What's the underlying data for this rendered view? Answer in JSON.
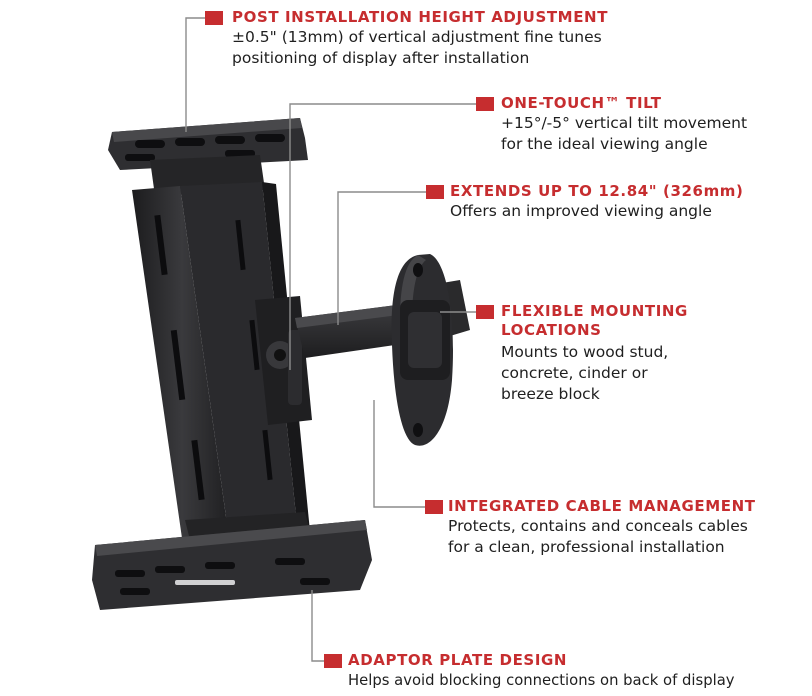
{
  "colors": {
    "accent": "#c62d2f",
    "mount": "#2b2b2d",
    "text": "#1f1f1f"
  },
  "callouts": {
    "post_install": {
      "title": "POST INSTALLATION HEIGHT ADJUSTMENT",
      "desc_lines": [
        "±0.5\" (13mm) of vertical adjustment fine tunes",
        "positioning of display after installation"
      ]
    },
    "one_touch": {
      "title": "ONE-TOUCH™ TILT",
      "desc_lines": [
        "+15°/-5° vertical tilt movement",
        "for the ideal viewing angle"
      ]
    },
    "extends": {
      "title": "EXTENDS UP TO 12.84\" (326mm)",
      "desc_lines": [
        "Offers an improved viewing angle"
      ]
    },
    "flexible": {
      "title_lines": [
        "FLEXIBLE MOUNTING",
        "LOCATIONS"
      ],
      "desc_lines": [
        "Mounts to wood stud,",
        "concrete, cinder or",
        "breeze block"
      ]
    },
    "cable": {
      "title": "INTEGRATED CABLE MANAGEMENT",
      "desc_lines": [
        "Protects, contains and conceals cables",
        "for a clean, professional installation"
      ]
    },
    "adaptor": {
      "title": "ADAPTOR PLATE DESIGN",
      "desc_lines": [
        "Helps avoid blocking connections on back of display"
      ]
    }
  }
}
